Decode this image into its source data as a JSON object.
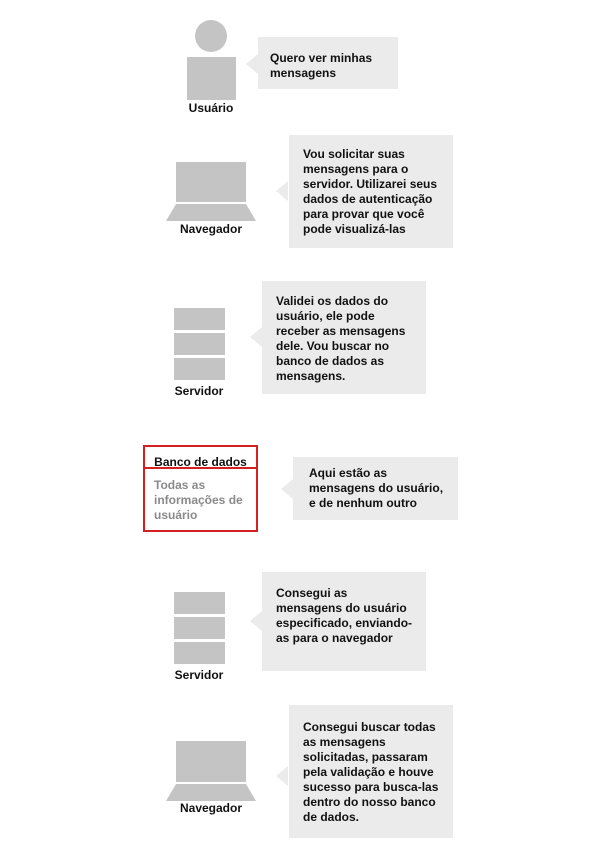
{
  "steps": [
    {
      "actor": "Usuário",
      "icon": "user-icon",
      "message": "Quero ver minhas mensagens"
    },
    {
      "actor": "Navegador",
      "icon": "laptop-icon",
      "message": "Vou solicitar suas mensagens para o servidor. Utilizarei seus dados de autenticação para provar que você pode visualizá-las"
    },
    {
      "actor": "Servidor",
      "icon": "server-icon",
      "message": "Validei os dados do usuário, ele pode receber as mensagens dele. Vou buscar no banco de dados as mensagens."
    },
    {
      "actor": "Banco de dados",
      "actor_detail": "Todas as informações de usuário",
      "icon": "database-box",
      "message": "Aqui estão as mensagens do usuário, e de nenhum outro"
    },
    {
      "actor": "Servidor",
      "icon": "server-icon",
      "message": "Consegui as mensagens do usuário especificado, enviando-as para o navegador"
    },
    {
      "actor": "Navegador",
      "icon": "laptop-icon",
      "message": "Consegui buscar todas as mensagens solicitadas, passaram pela validação e houve sucesso para busca-las dentro do nosso banco de dados."
    }
  ],
  "colors": {
    "icon_gray": "#c4c4c4",
    "bubble_bg": "#ebebeb",
    "highlight_red": "#d42020"
  }
}
